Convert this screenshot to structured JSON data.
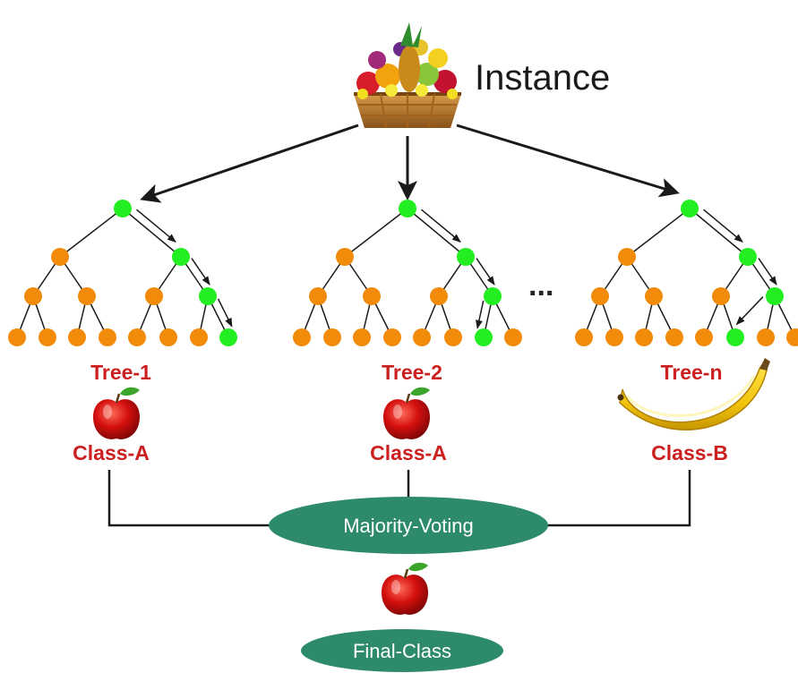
{
  "instance_label": "Instance",
  "ellipsis": "...",
  "trees": [
    {
      "label": "Tree-1",
      "class_label": "Class-A",
      "fruit_icon": "apple-icon"
    },
    {
      "label": "Tree-2",
      "class_label": "Class-A",
      "fruit_icon": "apple-icon"
    },
    {
      "label": "Tree-n",
      "class_label": "Class-B",
      "fruit_icon": "banana-icon"
    }
  ],
  "voting_label": "Majority-Voting",
  "final_fruit_icon": "apple-icon",
  "final_label": "Final-Class",
  "colors": {
    "label_red": "#cc1f1f",
    "ellipse_green": "#2e8b6a",
    "node_orange": "#f28a0a",
    "node_green": "#22ee22",
    "edge": "#1a1a1a"
  }
}
